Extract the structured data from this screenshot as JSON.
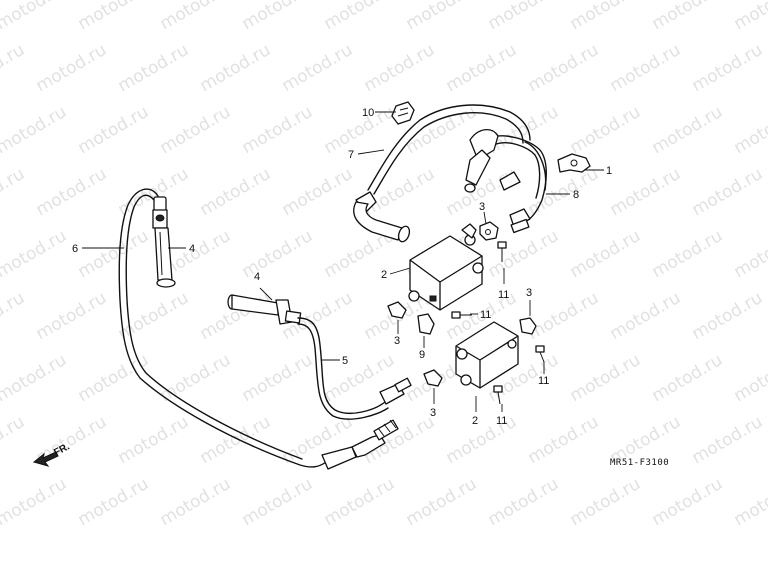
{
  "watermark": {
    "text": "motod.ru",
    "color": "#c9c9c9"
  },
  "diagram_code": "MR51-F3100",
  "direction_label": "FR.",
  "callouts": {
    "c10": "10",
    "c7": "7",
    "c1": "1",
    "c8": "8",
    "c6": "6",
    "c4a": "4",
    "c4b": "4",
    "c3a": "3",
    "c2a": "2",
    "c11a": "11",
    "c3b": "3",
    "c11b": "11",
    "c3c": "3",
    "c9": "9",
    "c5": "5",
    "c11c": "11",
    "c3d": "3",
    "c2b": "2",
    "c11d": "11"
  }
}
